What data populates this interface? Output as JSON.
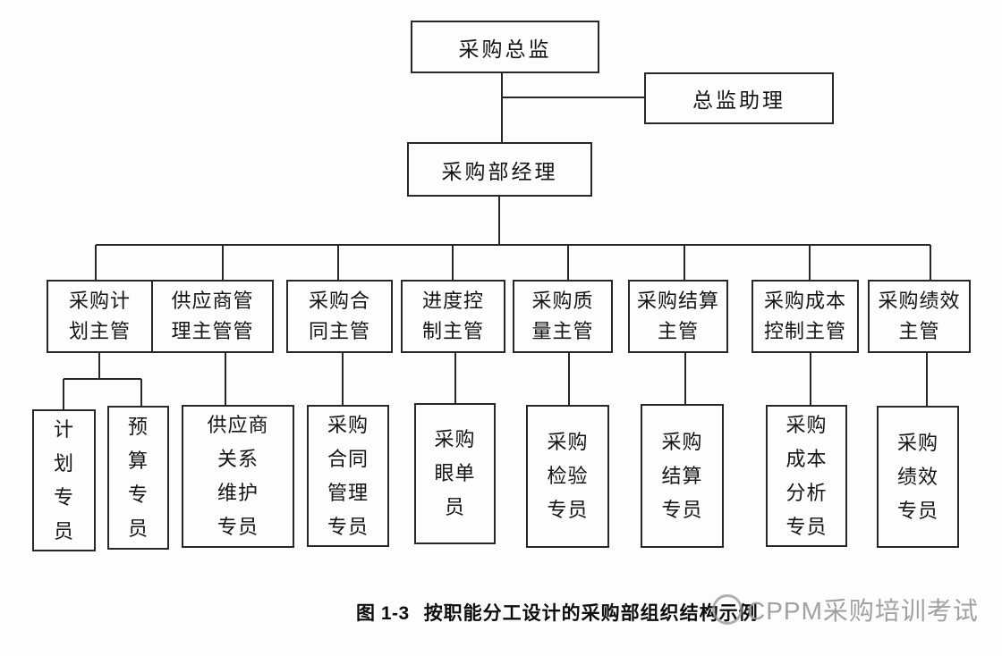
{
  "page": {
    "background_color": "#fdfdfd",
    "line_color": "#282828",
    "watermark_color": "#949494"
  },
  "org_chart": {
    "top": {
      "director": "采购总监",
      "assistant": "总监助理",
      "manager": "采购部经理"
    },
    "supervisors": [
      {
        "label": "采购计\n划主管"
      },
      {
        "label": "供应商管\n理主管管"
      },
      {
        "label": "采购合\n同主管"
      },
      {
        "label": "进度控\n制主管"
      },
      {
        "label": "采购质\n量主管"
      },
      {
        "label": "采购结算\n主管"
      },
      {
        "label": "采购成本\n控制主管"
      },
      {
        "label": "采购绩效\n主管"
      }
    ],
    "staff": [
      {
        "label": "计\n划\n专\n员"
      },
      {
        "label": "预\n算\n专\n员"
      },
      {
        "label": "供应商\n关系\n维护\n专员"
      },
      {
        "label": "采购\n合同\n管理\n专员"
      },
      {
        "label": "采购\n眼单\n员"
      },
      {
        "label": "采购\n检验\n专员"
      },
      {
        "label": "采购\n结算\n专员"
      },
      {
        "label": "采购\n成本\n分析\n专员"
      },
      {
        "label": "采购\n绩效\n专员"
      }
    ],
    "caption": {
      "figure_no": "图 1-3",
      "title": "按职能分工设计的采购部组织结构示例"
    },
    "watermark": {
      "logo_icon": "circle-logo",
      "text": "CPPM采购培训考试"
    }
  }
}
